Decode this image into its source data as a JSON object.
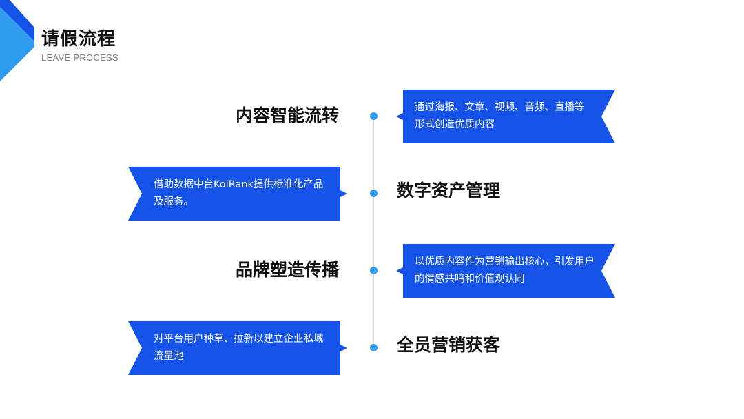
{
  "header": {
    "title": "请假流程",
    "subtitle": "LEAVE PROCESS"
  },
  "colors": {
    "primary": "#1553e8",
    "accent": "#2f9cf0",
    "title_text": "#111111",
    "subtitle_text": "#7a7a7a",
    "line": "#d7d7d7"
  },
  "steps": [
    {
      "title": "内容智能流转",
      "description": "通过海报、文章、视频、音频、直播等形式创造优质内容"
    },
    {
      "title": "数字资产管理",
      "description": "借助数据中台KolRank提供标准化产品及服务。"
    },
    {
      "title": "品牌塑造传播",
      "description": "以优质内容作为营销输出核心，引发用户的情感共鸣和价值观认同"
    },
    {
      "title": "全员营销获客",
      "description": "对平台用户种草、拉新以建立企业私域流量池"
    }
  ]
}
